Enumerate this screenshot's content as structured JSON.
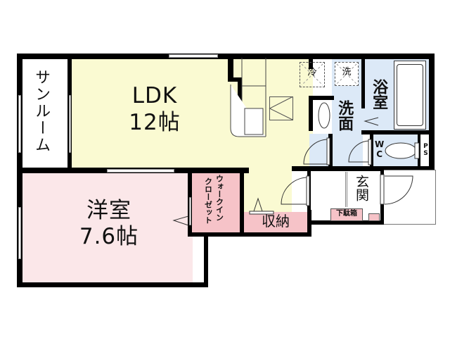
{
  "floorplan": {
    "colors": {
      "ldk": "#fafad2",
      "western_room": "#fbe7e9",
      "closet": "#f6c3c8",
      "wet_area": "#dce9f7",
      "wall": "#000000"
    },
    "rooms": {
      "sunroom": {
        "label": "サンルーム"
      },
      "ldk": {
        "label_line1": "LDK",
        "label_line2": "12帖"
      },
      "western_room": {
        "label_line1": "洋室",
        "label_line2": "7.6帖"
      },
      "walk_in_closet": {
        "label_col1": "ウォークイン",
        "label_col2": "クローゼット"
      },
      "storage": {
        "label": "収納"
      },
      "washroom": {
        "label": "洗面"
      },
      "bathroom": {
        "label": "浴室"
      },
      "toilet": {
        "label": "WC"
      },
      "pipe_space": {
        "label": "PS"
      },
      "entrance": {
        "label": "玄関"
      },
      "shoe_box": {
        "label": "下駄箱"
      },
      "fridge_space": {
        "label": "冷"
      },
      "washer_space": {
        "label": "洗"
      }
    }
  }
}
